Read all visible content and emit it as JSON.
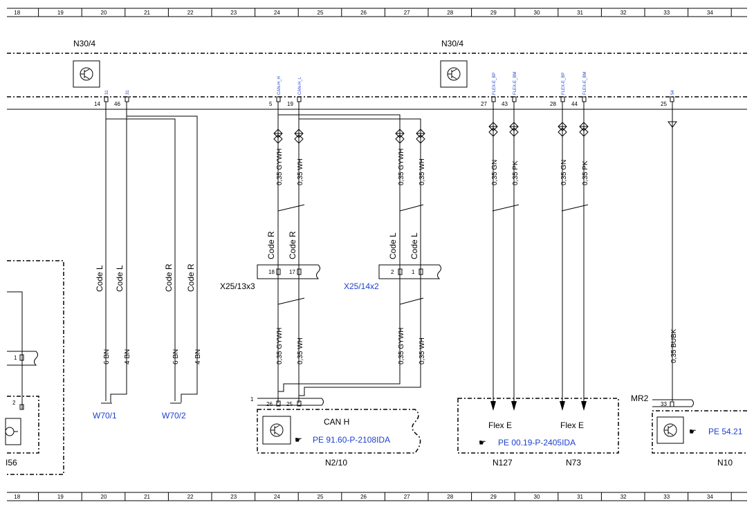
{
  "grid": {
    "columns": [
      "18",
      "19",
      "20",
      "21",
      "22",
      "23",
      "24",
      "25",
      "26",
      "27",
      "28",
      "29",
      "30",
      "31",
      "32",
      "33",
      "34"
    ]
  },
  "modules": {
    "n30_left": "N30/4",
    "n30_right": "N30/4"
  },
  "pins": {
    "p14": "14",
    "p46": "46",
    "p5": "5",
    "p19": "19",
    "p27": "27",
    "p43": "43",
    "p28": "28",
    "p44": "44",
    "p25": "25"
  },
  "pin_signals": {
    "s14": "31",
    "s46": "31",
    "s5": "CAN-H_H",
    "s19": "CAN-H_L",
    "s27": "FLEX-E_BP",
    "s43": "FLEX-E_BM",
    "s28": "FLEX-E_BP",
    "s44": "FLEX-E_BM",
    "s25": "54"
  },
  "wires_upper": {
    "w1": "0,35 GYWH",
    "w2": "0,35 WH",
    "w3": "0,35 GYWH",
    "w4": "0,35 WH",
    "w5": "0,35 GN",
    "w6": "0,35 PK",
    "w7": "0,35 GN",
    "w8": "0,35 PK"
  },
  "wires_lower": {
    "w1": "0,35 GYWH",
    "w2": "0,35 WH",
    "w3": "0,35 GYWH",
    "w4": "0,35 WH",
    "w9": "0,35 BUBK"
  },
  "ground_wires": {
    "g1": "6 BN",
    "g2": "4 BN",
    "g3": "6 BN",
    "g4": "4 BN"
  },
  "codes": {
    "c1": "Code L",
    "c2": "Code L",
    "c3": "Code R",
    "c4": "Code R",
    "c5": "Code R",
    "c6": "Code R",
    "c7": "Code L",
    "c8": "Code L"
  },
  "connectors": {
    "x25_13": "X25/13x3",
    "x25_13_p1": "18",
    "x25_13_p2": "17",
    "x25_14": "X25/14x2",
    "x25_14_p1": "2",
    "x25_14_p2": "1"
  },
  "grounds": {
    "w70_1": "W70/1",
    "w70_2": "W70/2"
  },
  "left_block": {
    "pin1": "1",
    "pin2": "2",
    "label": "I56"
  },
  "n2_10": {
    "marker": "1",
    "pin26": "26",
    "pin25": "25",
    "title": "CAN H",
    "ref": "PE 91.60-P-2108IDA",
    "label": "N2/10"
  },
  "n127_n73": {
    "flex1": "Flex E",
    "flex2": "Flex E",
    "ref": "PE 00.19-P-2405IDA",
    "label1": "N127",
    "label2": "N73"
  },
  "n10": {
    "marker": "MR2",
    "pin": "33",
    "ref": "PE 54.21",
    "label": "N10"
  },
  "colors": {
    "line": "#000000",
    "link": "#1c3fcf"
  }
}
